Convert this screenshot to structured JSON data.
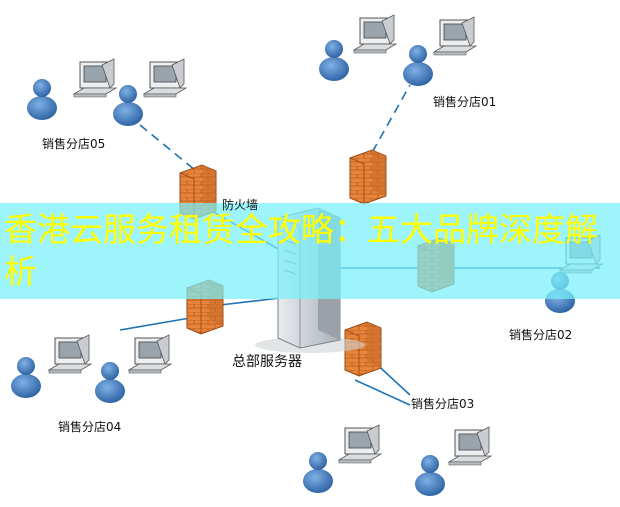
{
  "banner": {
    "title": "香港云服务租赁全攻略：五大品牌深度解析",
    "color": "#ffff00",
    "background": "#78f0fa"
  },
  "labels": {
    "server": "总部服务器",
    "firewall": "防火墙",
    "branch01": "销售分店01",
    "branch02": "销售分店02",
    "branch03": "销售分店03",
    "branch04": "销售分店04",
    "branch05": "销售分店05"
  },
  "colors": {
    "link": "#1e73b4",
    "firewall": "#e8843a",
    "user": "#3a78c0",
    "server": "#d0d4d8"
  }
}
